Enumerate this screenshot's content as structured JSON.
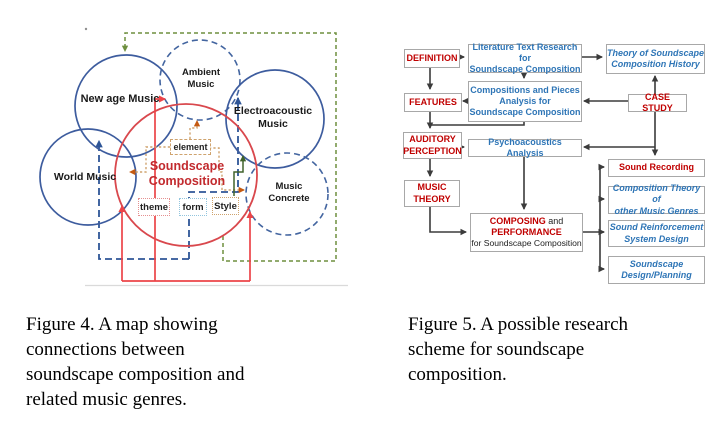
{
  "figure4": {
    "circles": {
      "new_age": {
        "label": "New age Music"
      },
      "ambient": {
        "line1": "Ambient",
        "line2": "Music"
      },
      "electroacoustic": {
        "line1": "Electroacoustic",
        "line2": "Music"
      },
      "world": {
        "label": "World Music"
      },
      "music_concrete": {
        "line1": "Music",
        "line2": "Concrete"
      }
    },
    "center_circle": {
      "line1": "Soundscape",
      "line2": "Composition"
    },
    "boxes": {
      "element": "element",
      "theme": "theme",
      "form": "form",
      "style": "Style"
    },
    "caption": {
      "lines": [
        "Figure 4. A map showing",
        "connections between",
        "soundscape composition and",
        "related music genres."
      ]
    }
  },
  "figure5": {
    "nodes": {
      "definition": {
        "label": "DEFINITION"
      },
      "literature": {
        "line1": "Literature Text Research for",
        "line2": "Soundscape Composition"
      },
      "theory_history": {
        "line1": "Theory of Soundscape",
        "line2": "Composition History"
      },
      "features": {
        "label": "FEATURES"
      },
      "compositions": {
        "line1": "Compositions and Pieces",
        "line2": "Analysis for",
        "line3": "Soundscape Composition"
      },
      "case_study": {
        "label": "CASE STUDY"
      },
      "auditory": {
        "line1": "AUDITORY",
        "line2": "PERCEPTION"
      },
      "psychoacoustics": {
        "label": "Psychoacoustics Analysis"
      },
      "sound_recording": {
        "label": "Sound Recording"
      },
      "music_theory": {
        "line1": "MUSIC",
        "line2": "THEORY"
      },
      "composition_theory": {
        "line1": "Composition Theory of",
        "line2": "other Music Genres"
      },
      "composing": {
        "line1_red": "COMPOSING",
        "line1_black": " and",
        "line2_red": "PERFORMANCE",
        "line3": "for  Soundscape Composition"
      },
      "sound_reinforcement": {
        "line1": "Sound Reinforcement",
        "line2": "System Design"
      },
      "soundscape_design": {
        "line1": "Soundscape",
        "line2": "Design/Planning"
      }
    },
    "caption": {
      "lines": [
        "Figure 5. A possible research",
        "scheme for soundscape",
        "composition."
      ]
    }
  },
  "colors": {
    "flow_red": "#C00000",
    "flow_blue": "#2E75B6",
    "flow_box_border": "#A8A8A8",
    "flow_arrow": "#3B3B3B",
    "circle_blue": "#3D5C9E",
    "circle_red": "#D9484D",
    "connector_red": "#EC4448",
    "green_dashed": "#6E8F3F",
    "green_solid": "#40632B",
    "tan_dashed": "#CFA36E",
    "orange_arrow": "#C55A11",
    "blue_dashed_connector": "#2E5597"
  }
}
